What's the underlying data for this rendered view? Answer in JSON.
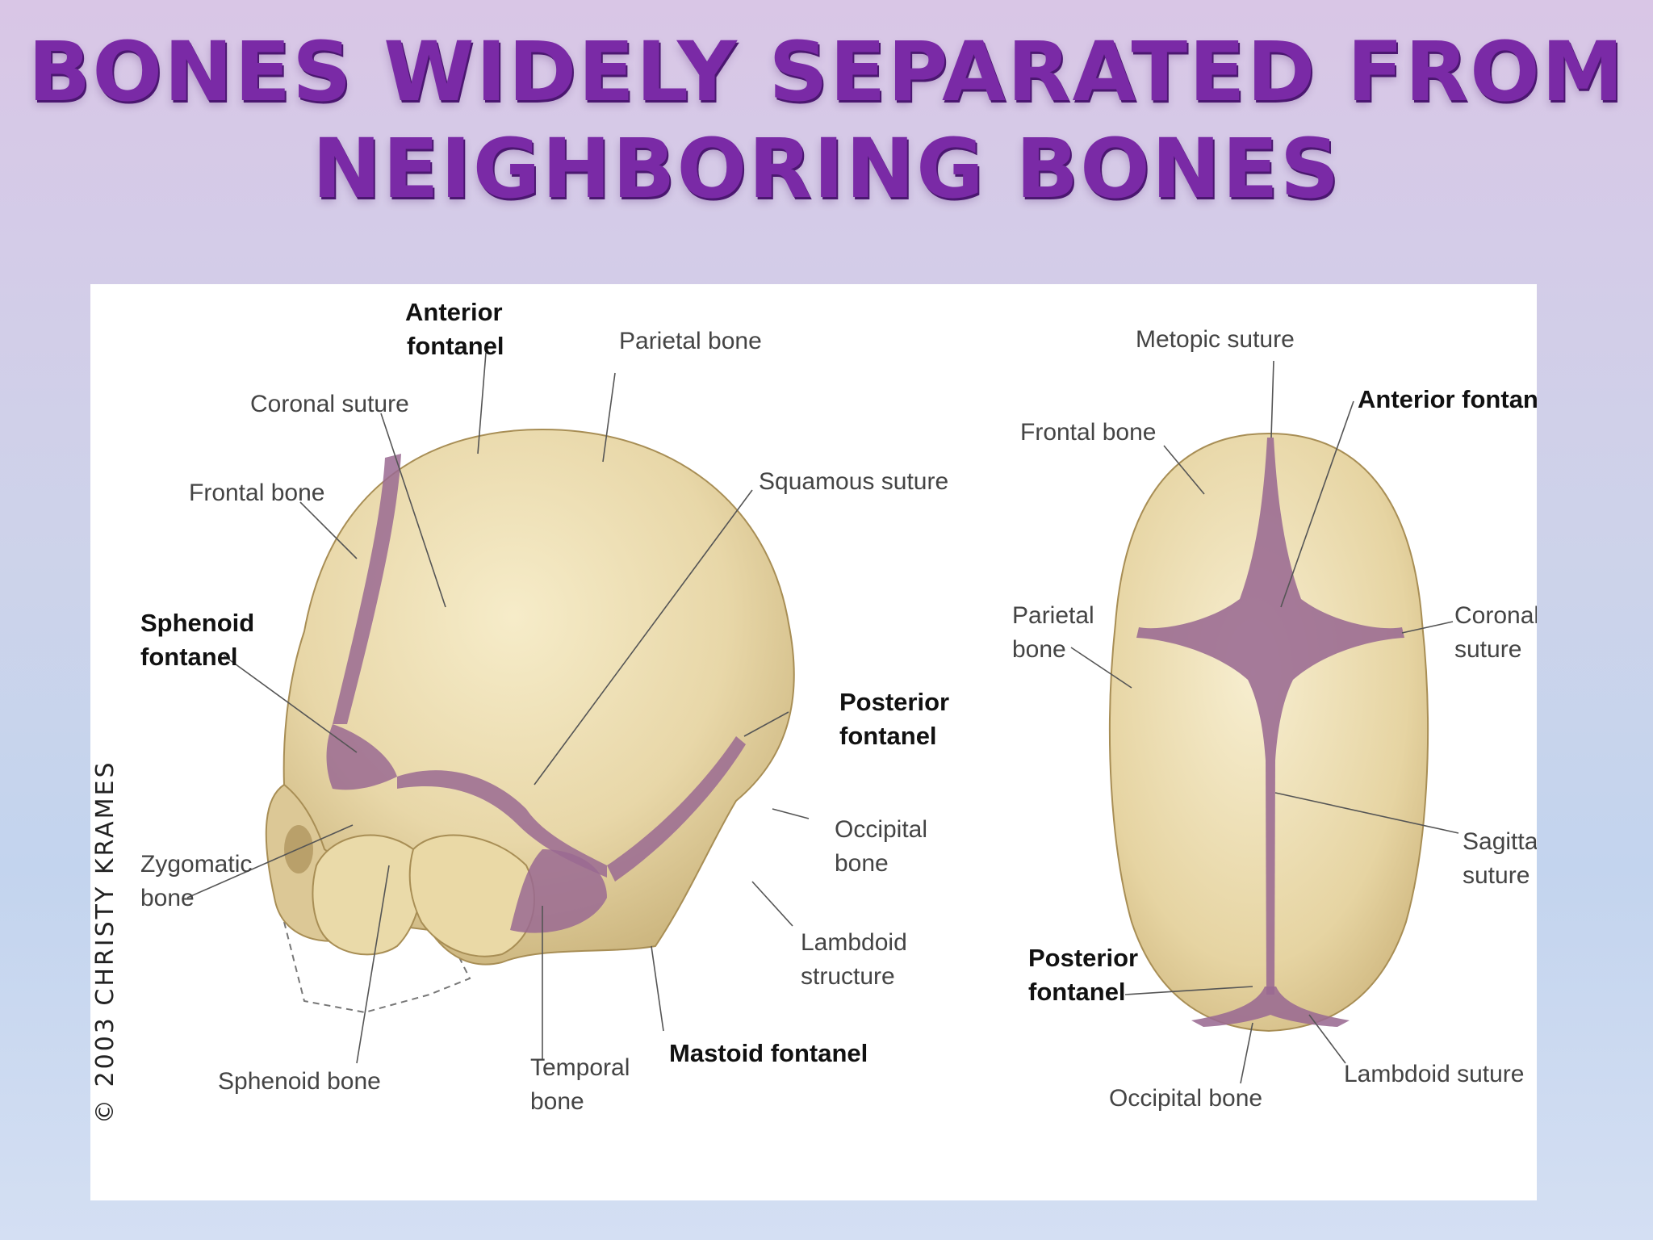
{
  "title": {
    "line1": "BONES WIDELY SEPARATED FROM",
    "line2": "NEIGHBORING BONES"
  },
  "colors": {
    "title": "#7a2aa6",
    "bone": "#e8d7a8",
    "fontanel": "#9a6a92"
  },
  "copyright": "© 2003 CHRISTY KRAMES",
  "lateral": {
    "anterior_fontanel": [
      "Anterior",
      "fontanel"
    ],
    "parietal_bone": "Parietal bone",
    "coronal_suture": "Coronal suture",
    "frontal_bone": "Frontal bone",
    "squamous_suture": "Squamous suture",
    "sphenoid_fontanel": [
      "Sphenoid",
      "fontanel"
    ],
    "posterior_fontanel": [
      "Posterior",
      "fontanel"
    ],
    "occipital_bone": [
      "Occipital",
      "bone"
    ],
    "zygomatic_bone": [
      "Zygomatic",
      "bone"
    ],
    "lambdoid_structure": [
      "Lambdoid",
      "structure"
    ],
    "sphenoid_bone": "Sphenoid bone",
    "temporal_bone": [
      "Temporal",
      "bone"
    ],
    "mastoid_fontanel": "Mastoid fontanel"
  },
  "superior": {
    "metopic_suture": "Metopic suture",
    "anterior_fontanel": "Anterior fontanel",
    "frontal_bone": "Frontal bone",
    "parietal_bone": [
      "Parietal",
      "bone"
    ],
    "coronal_suture": [
      "Coronal",
      "suture"
    ],
    "sagittal_suture": [
      "Sagittal",
      "suture"
    ],
    "posterior_fontanel": [
      "Posterior",
      "fontanel"
    ],
    "lambdoid_suture": "Lambdoid suture",
    "occipital_bone": "Occipital bone"
  }
}
